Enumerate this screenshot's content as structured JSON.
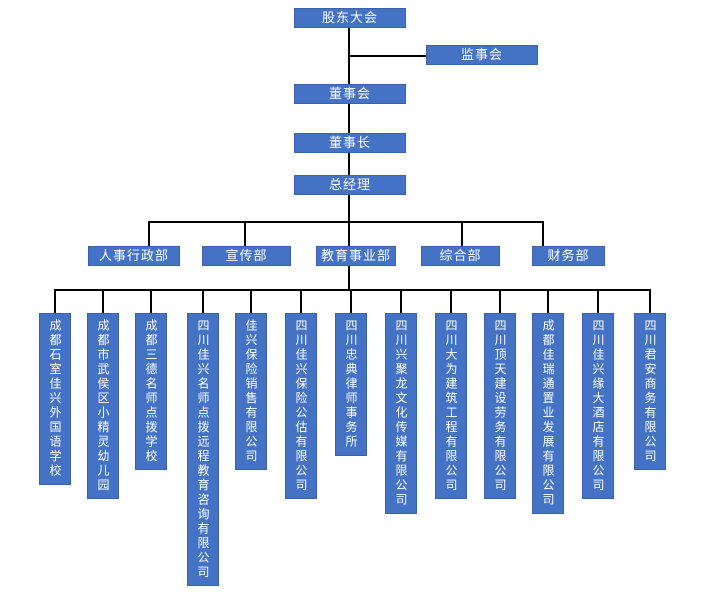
{
  "org_chart": {
    "root": {
      "label": "股东大会"
    },
    "supervisory_board": {
      "label": "监事会"
    },
    "board_of_directors": {
      "label": "董事会"
    },
    "chairman": {
      "label": "董事长"
    },
    "general_manager": {
      "label": "总经理"
    },
    "departments": [
      {
        "label": "人事行政部"
      },
      {
        "label": "宣传部"
      },
      {
        "label": "教育事业部"
      },
      {
        "label": "综合部"
      },
      {
        "label": "财务部"
      }
    ],
    "subsidiaries": [
      {
        "label": "成都石室佳兴外国语学校"
      },
      {
        "label": "成都市武侯区小精灵幼儿园"
      },
      {
        "label": "成都三德名师点拨学校"
      },
      {
        "label": "四川佳兴名师点拨远程教育咨询有限公司"
      },
      {
        "label": "佳兴保险销售有限公司"
      },
      {
        "label": "四川佳兴保险公估有限公司"
      },
      {
        "label": "四川忠典律师事务所"
      },
      {
        "label": "四川兴聚龙文化传媒有限公司"
      },
      {
        "label": "四川大为建筑工程有限公司"
      },
      {
        "label": "四川顶天建设劳务有限公司"
      },
      {
        "label": "成都佳瑞通置业发展有限公司"
      },
      {
        "label": "四川佳兴缘大酒店有限公司"
      },
      {
        "label": "四川君安商务有限公司"
      }
    ],
    "colors": {
      "node_fill": "#4472C4",
      "node_border": "#3B62A8",
      "node_text": "#FFFFFF",
      "connector": "#000000"
    }
  }
}
